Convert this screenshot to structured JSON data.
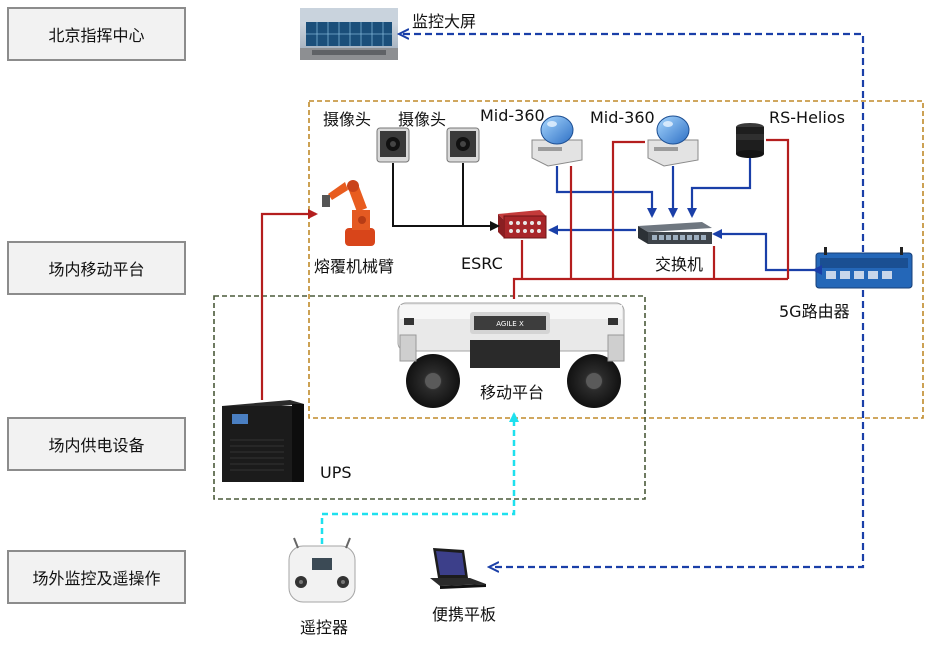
{
  "zones": {
    "command_center": "北京指挥中心",
    "mobile_platform_zone": "场内移动平台",
    "power_zone": "场内供电设备",
    "remote_zone": "场外监控及遥操作"
  },
  "devices": {
    "video_wall": "监控大屏",
    "camera_1": "摄像头",
    "camera_2": "摄像头",
    "lidar_1": "Mid-360",
    "lidar_2": "Mid-360",
    "lidar_3": "RS-Helios",
    "robot_arm": "熔覆机械臂",
    "esrc": "ESRC",
    "switch": "交换机",
    "router": "5G路由器",
    "mobile_platform": "移动平台",
    "platform_badge": "AGILE X",
    "ups": "UPS",
    "remote_controller": "遥控器",
    "laptop": "便携平板"
  },
  "colors": {
    "power_line": "#b41e1e",
    "data_line": "#1a3fa8",
    "video_line": "#111111",
    "wireless_5g": "#1a3fa8",
    "wireless_rc": "#1ee0ee",
    "zone_mobile_border": "#c08a2a",
    "zone_power_border": "#4a5a3a"
  }
}
